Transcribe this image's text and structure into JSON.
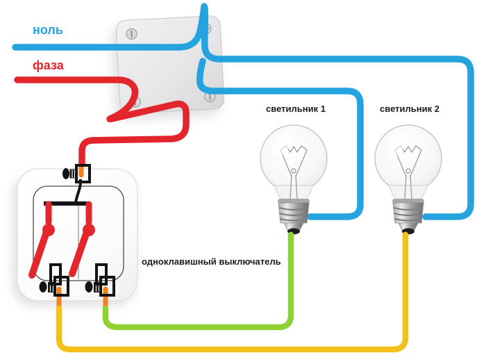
{
  "labels": {
    "neutral": "ноль",
    "phase": "фаза",
    "lamp1": "светильник 1",
    "lamp2": "светильник 2",
    "switch": "одноклавишный выключатель"
  },
  "colors": {
    "neutral_wire": "#24a3de",
    "phase_wire": "#e3262c",
    "lamp1_wire": "#8fd133",
    "lamp2_wire": "#f4c11c",
    "wire_tip": "#f08020",
    "label_text": "#1c1c1c"
  }
}
